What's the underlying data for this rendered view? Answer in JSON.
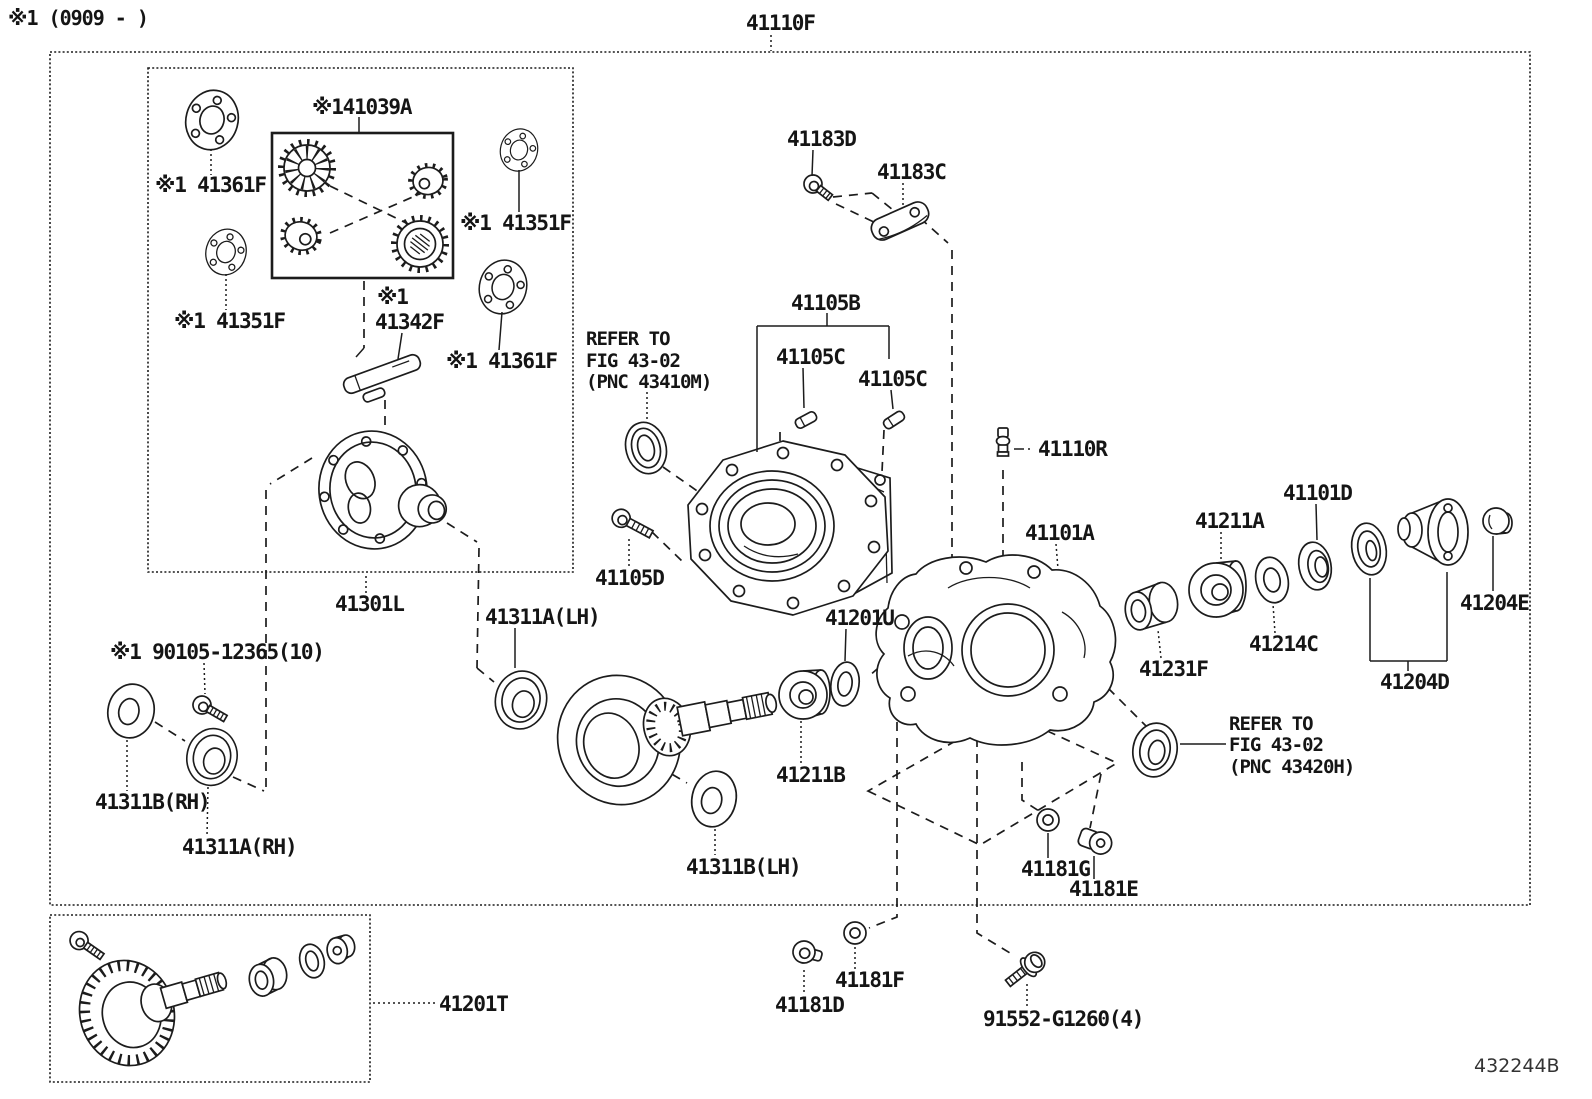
{
  "diagram": {
    "header_note": "※1 (0909 -      )",
    "figure_code": "432244B",
    "background": "#ffffff",
    "line_color": "#1c1c1c",
    "description": "Exploded parts diagram of front differential carrier assembly"
  },
  "labels": [
    {
      "id": "41110F",
      "text": "41110F"
    },
    {
      "id": "41183D",
      "text": "41183D"
    },
    {
      "id": "41183C",
      "text": "41183C"
    },
    {
      "id": "41105B",
      "text": "41105B"
    },
    {
      "id": "41105C-1",
      "text": "41105C"
    },
    {
      "id": "41105C-2",
      "text": "41105C"
    },
    {
      "id": "41110R",
      "text": "41110R"
    },
    {
      "id": "41101D",
      "text": "41101D"
    },
    {
      "id": "41211A",
      "text": "41211A"
    },
    {
      "id": "41101A",
      "text": "41101A"
    },
    {
      "id": "41204E",
      "text": "41204E"
    },
    {
      "id": "41105D",
      "text": "41105D"
    },
    {
      "id": "41301L",
      "text": "41301L"
    },
    {
      "id": "41311A-LH",
      "text": "41311A(LH)"
    },
    {
      "id": "41201U",
      "text": "41201U"
    },
    {
      "id": "41214C",
      "text": "41214C"
    },
    {
      "id": "41231F",
      "text": "41231F"
    },
    {
      "id": "41204D",
      "text": "41204D"
    },
    {
      "id": "90105-12365",
      "text": "※1 90105-12365(10)"
    },
    {
      "id": "41311B-RH",
      "text": "41311B(RH)"
    },
    {
      "id": "41311A-RH",
      "text": "41311A(RH)"
    },
    {
      "id": "41211B",
      "text": "41211B"
    },
    {
      "id": "41311B-LH",
      "text": "41311B(LH)"
    },
    {
      "id": "41181G",
      "text": "41181G"
    },
    {
      "id": "41181E",
      "text": "41181E"
    },
    {
      "id": "41201T",
      "text": "41201T"
    },
    {
      "id": "41181F",
      "text": "41181F"
    },
    {
      "id": "41181D",
      "text": "41181D"
    },
    {
      "id": "91552-G1260",
      "text": "91552-G1260(4)"
    },
    {
      "id": "41039A",
      "text": "※141039A"
    },
    {
      "id": "41361F-TL",
      "text": "※1 41361F"
    },
    {
      "id": "41351F-R",
      "text": "※1 41351F"
    },
    {
      "id": "41351F-L",
      "text": "※1 41351F"
    },
    {
      "id": "41342F-mark",
      "text": "※1"
    },
    {
      "id": "41342F",
      "text": "41342F"
    },
    {
      "id": "41361F-BR",
      "text": "※1 41361F"
    }
  ],
  "refer_notes": [
    {
      "lines": [
        "REFER TO",
        "FIG 43-02",
        "(PNC 43410M)"
      ]
    },
    {
      "lines": [
        "REFER TO",
        "FIG 43-02",
        "(PNC 43420H)"
      ]
    }
  ]
}
